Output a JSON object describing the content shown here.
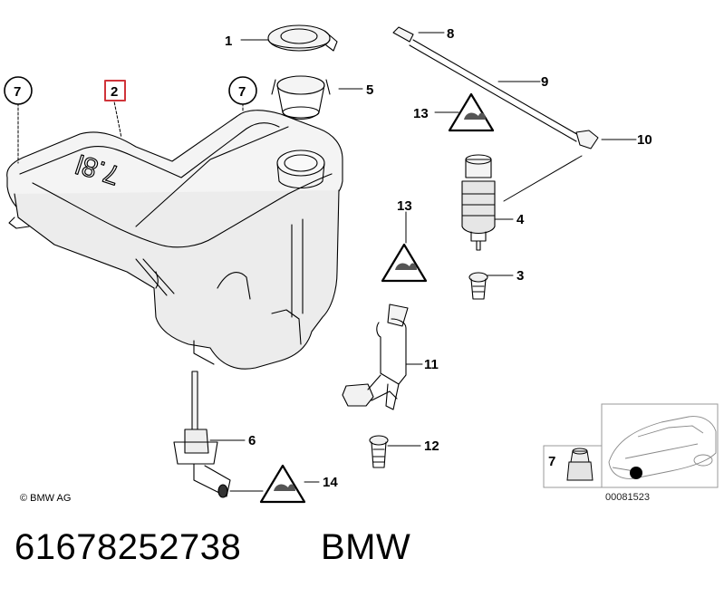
{
  "callouts": {
    "c1": "1",
    "c2": "2",
    "c3": "3",
    "c4": "4",
    "c5": "5",
    "c6": "6",
    "c7a": "7",
    "c7b": "7",
    "c7c": "7",
    "c8": "8",
    "c9": "9",
    "c10": "10",
    "c11": "11",
    "c12": "12",
    "c13a": "13",
    "c13b": "13",
    "c14": "14"
  },
  "tank_marking": "7.8l",
  "copyright": "© BMW AG",
  "image_id": "00081523",
  "part_number": "61678252738",
  "brand": "BMW",
  "colors": {
    "line": "#000000",
    "highlight_box": "#d0343a",
    "tank_fill": "#f2f2f2"
  }
}
